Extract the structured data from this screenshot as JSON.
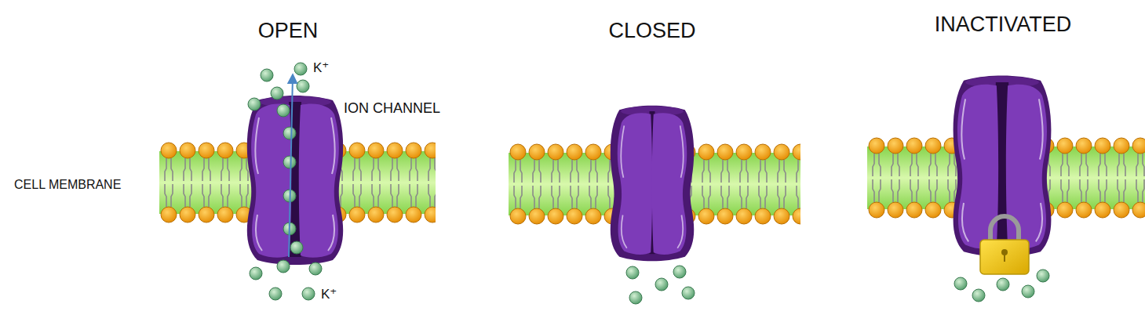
{
  "diagram": {
    "labels": [
      "OPEN",
      "CLOSED",
      "INACTIVATED",
      "K⁺",
      "ION CHANNEL",
      "CELL MEMBRANE",
      "K⁺"
    ]
  }
}
